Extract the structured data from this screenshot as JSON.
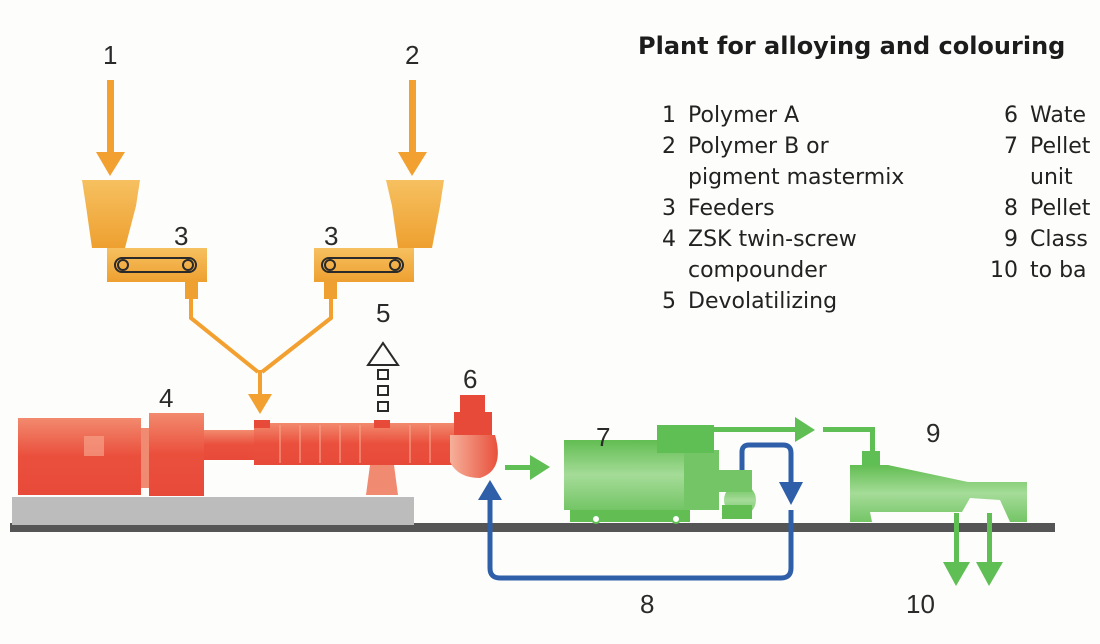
{
  "title": "Plant for alloying and colouring",
  "diagram_labels": {
    "l1": "1",
    "l2": "2",
    "l3a": "3",
    "l3b": "3",
    "l4": "4",
    "l5": "5",
    "l6": "6",
    "l7": "7",
    "l8": "8",
    "l9": "9",
    "l10": "10"
  },
  "legend_left": [
    {
      "num": "1",
      "text": "Polymer A"
    },
    {
      "num": "2",
      "text": "Polymer B or",
      "cont": "pigment mastermix"
    },
    {
      "num": "3",
      "text": "Feeders"
    },
    {
      "num": "4",
      "text": "ZSK twin-screw",
      "cont": "compounder"
    },
    {
      "num": "5",
      "text": "Devolatilizing"
    }
  ],
  "legend_right": [
    {
      "num": "6",
      "text": "Wate"
    },
    {
      "num": "7",
      "text": "Pellet",
      "cont": "unit"
    },
    {
      "num": "8",
      "text": "Pellet"
    },
    {
      "num": "9",
      "text": "Class"
    },
    {
      "num": "10",
      "text": "to ba"
    }
  ],
  "colors": {
    "feed": "#f2a030",
    "extruder": "#e8453a",
    "pellet": "#5fbf55",
    "water": "#2e5fa8",
    "base": "#bcbcbc",
    "floor": "#555555"
  }
}
